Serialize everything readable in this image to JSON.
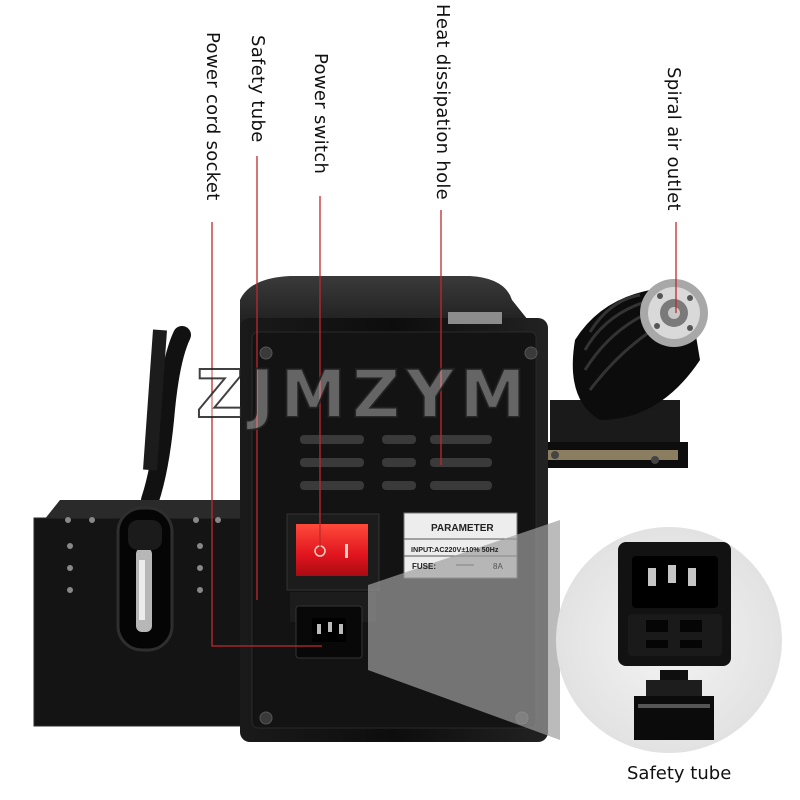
{
  "callouts": {
    "power_cord_socket": "Power cord socket",
    "safety_tube": "Safety tube",
    "power_switch": "Power switch",
    "heat_dissipation_hole": "Heat dissipation hole",
    "spiral_air_outlet": "Spiral air outlet"
  },
  "parameter_label": {
    "title": "PARAMETER",
    "input": "INPUT:AC220V±10% 50Hz",
    "fuse": "FUSE:",
    "fuse_rating": "8A"
  },
  "watermark": "ZJMZYM",
  "inset_caption": "Safety tube",
  "colors": {
    "device_body": "#141414",
    "switch_red": "#e0141e",
    "callout_line": "#c0282d"
  }
}
